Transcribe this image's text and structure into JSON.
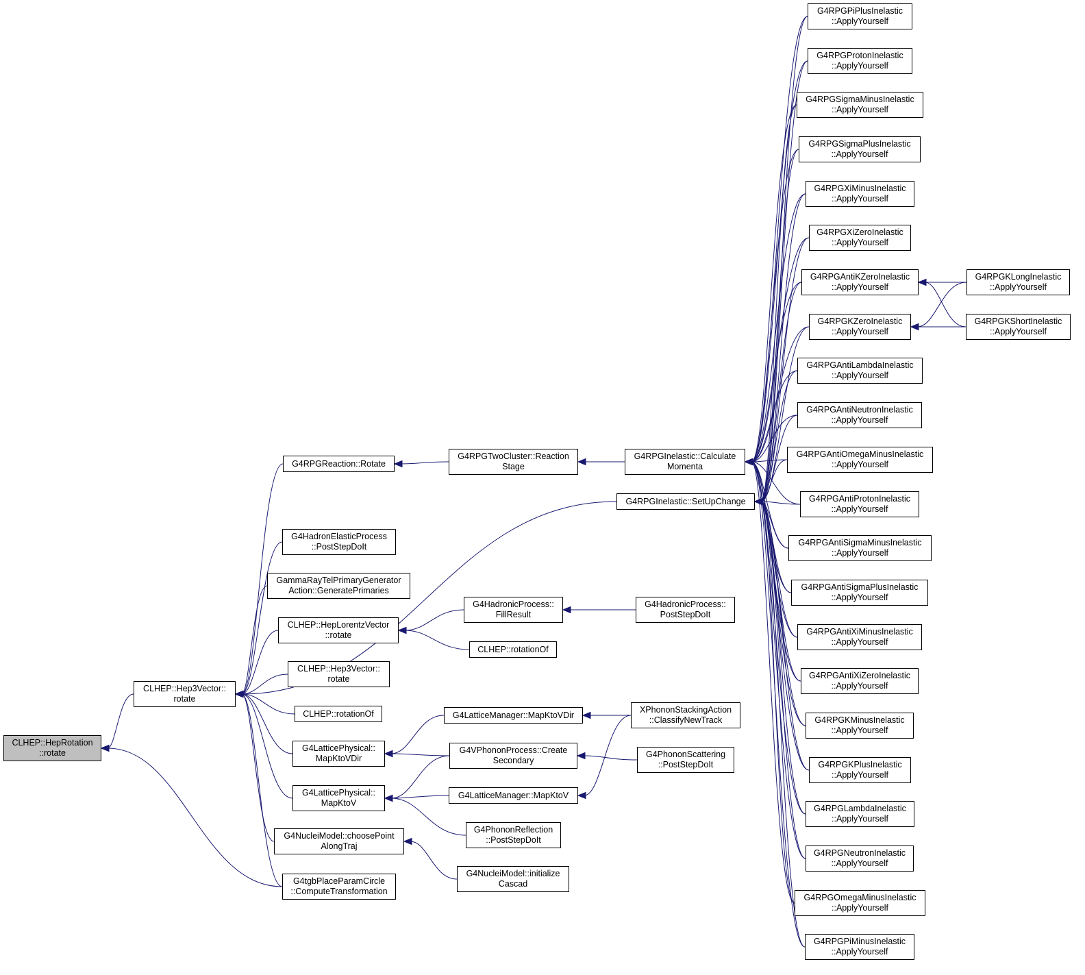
{
  "colors": {
    "edge": "#191970",
    "root_fill": "#bfbfbf",
    "node_fill": "#ffffff",
    "border": "#000000"
  },
  "root": {
    "id": "root",
    "text": "CLHEP::HepRotation\n::rotate"
  },
  "nodes": [
    {
      "id": "h3v",
      "text": "CLHEP::Hep3Vector::\nrotate"
    },
    {
      "id": "reactRot",
      "text": "G4RPGReaction::Rotate"
    },
    {
      "id": "twoCl",
      "text": "G4RPGTwoCluster::Reaction\nStage"
    },
    {
      "id": "calcMom",
      "text": "G4RPGInelastic::Calculate\nMomenta"
    },
    {
      "id": "setUp",
      "text": "G4RPGInelastic::SetUpChange"
    },
    {
      "id": "hadEl",
      "text": "G4HadronElasticProcess\n::PostStepDoIt"
    },
    {
      "id": "gamma",
      "text": "GammaRayTelPrimaryGenerator\nAction::GeneratePrimaries"
    },
    {
      "id": "lorRot",
      "text": "CLHEP::HepLorentzVector\n::rotate"
    },
    {
      "id": "fillRes",
      "text": "G4HadronicProcess::\nFillResult"
    },
    {
      "id": "hadPost",
      "text": "G4HadronicProcess::\nPostStepDoIt"
    },
    {
      "id": "rotOf2",
      "text": "CLHEP::rotationOf"
    },
    {
      "id": "h3vRot2",
      "text": "CLHEP::Hep3Vector::\nrotate"
    },
    {
      "id": "rotOf1",
      "text": "CLHEP::rotationOf"
    },
    {
      "id": "latVDir",
      "text": "G4LatticePhysical::\nMapKtoVDir"
    },
    {
      "id": "latV",
      "text": "G4LatticePhysical::\nMapKtoV"
    },
    {
      "id": "mgrVDir",
      "text": "G4LatticeManager::MapKtoVDir"
    },
    {
      "id": "phonCreate",
      "text": "G4VPhononProcess::Create\nSecondary"
    },
    {
      "id": "mgrV",
      "text": "G4LatticeManager::MapKtoV"
    },
    {
      "id": "phonRefl",
      "text": "G4PhononReflection\n::PostStepDoIt"
    },
    {
      "id": "xphon",
      "text": "XPhononStackingAction\n::ClassifyNewTrack"
    },
    {
      "id": "phonScat",
      "text": "G4PhononScattering\n::PostStepDoIt"
    },
    {
      "id": "nucChoose",
      "text": "G4NucleiModel::choosePoint\nAlongTraj"
    },
    {
      "id": "nucInit",
      "text": "G4NucleiModel::initialize\nCascad"
    },
    {
      "id": "tgb",
      "text": "G4tgbPlaceParamCircle\n::ComputeTransformation"
    },
    {
      "id": "piPlus",
      "text": "G4RPGPiPlusInelastic\n::ApplyYourself"
    },
    {
      "id": "proton",
      "text": "G4RPGProtonInelastic\n::ApplyYourself"
    },
    {
      "id": "sigMinus",
      "text": "G4RPGSigmaMinusInelastic\n::ApplyYourself"
    },
    {
      "id": "sigPlus",
      "text": "G4RPGSigmaPlusInelastic\n::ApplyYourself"
    },
    {
      "id": "xiMinus",
      "text": "G4RPGXiMinusInelastic\n::ApplyYourself"
    },
    {
      "id": "xiZero",
      "text": "G4RPGXiZeroInelastic\n::ApplyYourself"
    },
    {
      "id": "antiKZero",
      "text": "G4RPGAntiKZeroInelastic\n::ApplyYourself"
    },
    {
      "id": "kZero",
      "text": "G4RPGKZeroInelastic\n::ApplyYourself"
    },
    {
      "id": "antiLambda",
      "text": "G4RPGAntiLambdaInelastic\n::ApplyYourself"
    },
    {
      "id": "antiNeutron",
      "text": "G4RPGAntiNeutronInelastic\n::ApplyYourself"
    },
    {
      "id": "antiOmega",
      "text": "G4RPGAntiOmegaMinusInelastic\n::ApplyYourself"
    },
    {
      "id": "antiProton",
      "text": "G4RPGAntiProtonInelastic\n::ApplyYourself"
    },
    {
      "id": "antiSigMinus",
      "text": "G4RPGAntiSigmaMinusInelastic\n::ApplyYourself"
    },
    {
      "id": "antiSigPlus",
      "text": "G4RPGAntiSigmaPlusInelastic\n::ApplyYourself"
    },
    {
      "id": "antiXiMinus",
      "text": "G4RPGAntiXiMinusInelastic\n::ApplyYourself"
    },
    {
      "id": "antiXiZero",
      "text": "G4RPGAntiXiZeroInelastic\n::ApplyYourself"
    },
    {
      "id": "kMinus",
      "text": "G4RPGKMinusInelastic\n::ApplyYourself"
    },
    {
      "id": "kPlus",
      "text": "G4RPGKPlusInelastic\n::ApplyYourself"
    },
    {
      "id": "lambda",
      "text": "G4RPGLambdaInelastic\n::ApplyYourself"
    },
    {
      "id": "neutron",
      "text": "G4RPGNeutronInelastic\n::ApplyYourself"
    },
    {
      "id": "omegaMinus",
      "text": "G4RPGOmegaMinusInelastic\n::ApplyYourself"
    },
    {
      "id": "piMinus",
      "text": "G4RPGPiMinusInelastic\n::ApplyYourself"
    },
    {
      "id": "kLong",
      "text": "G4RPGKLongInelastic\n::ApplyYourself"
    },
    {
      "id": "kShort",
      "text": "G4RPGKShortInelastic\n::ApplyYourself"
    }
  ],
  "edges": [
    [
      "h3v",
      "root"
    ],
    [
      "tgb",
      "root"
    ],
    [
      "reactRot",
      "h3v"
    ],
    [
      "setUp",
      "h3v"
    ],
    [
      "hadEl",
      "h3v"
    ],
    [
      "gamma",
      "h3v"
    ],
    [
      "lorRot",
      "h3v"
    ],
    [
      "h3vRot2",
      "h3v"
    ],
    [
      "rotOf1",
      "h3v"
    ],
    [
      "latVDir",
      "h3v"
    ],
    [
      "latV",
      "h3v"
    ],
    [
      "nucChoose",
      "h3v"
    ],
    [
      "tgb",
      "h3v"
    ],
    [
      "twoCl",
      "reactRot"
    ],
    [
      "calcMom",
      "twoCl"
    ],
    [
      "fillRes",
      "lorRot"
    ],
    [
      "rotOf2",
      "lorRot"
    ],
    [
      "hadPost",
      "fillRes"
    ],
    [
      "mgrVDir",
      "latVDir"
    ],
    [
      "phonCreate",
      "latVDir"
    ],
    [
      "phonCreate",
      "latV"
    ],
    [
      "mgrV",
      "latV"
    ],
    [
      "phonRefl",
      "latV"
    ],
    [
      "xphon",
      "mgrVDir"
    ],
    [
      "phonScat",
      "phonCreate"
    ],
    [
      "xphon",
      "mgrV"
    ],
    [
      "nucInit",
      "nucChoose"
    ],
    [
      "piPlus",
      "calcMom"
    ],
    [
      "proton",
      "calcMom"
    ],
    [
      "sigMinus",
      "calcMom"
    ],
    [
      "sigPlus",
      "calcMom"
    ],
    [
      "xiMinus",
      "calcMom"
    ],
    [
      "xiZero",
      "calcMom"
    ],
    [
      "antiKZero",
      "calcMom"
    ],
    [
      "kZero",
      "calcMom"
    ],
    [
      "antiLambda",
      "calcMom"
    ],
    [
      "antiNeutron",
      "calcMom"
    ],
    [
      "antiOmega",
      "calcMom"
    ],
    [
      "antiProton",
      "calcMom"
    ],
    [
      "antiSigMinus",
      "calcMom"
    ],
    [
      "antiSigPlus",
      "calcMom"
    ],
    [
      "antiXiMinus",
      "calcMom"
    ],
    [
      "antiXiZero",
      "calcMom"
    ],
    [
      "kMinus",
      "calcMom"
    ],
    [
      "kPlus",
      "calcMom"
    ],
    [
      "lambda",
      "calcMom"
    ],
    [
      "neutron",
      "calcMom"
    ],
    [
      "omegaMinus",
      "calcMom"
    ],
    [
      "piMinus",
      "calcMom"
    ],
    [
      "piPlus",
      "setUp"
    ],
    [
      "proton",
      "setUp"
    ],
    [
      "sigMinus",
      "setUp"
    ],
    [
      "sigPlus",
      "setUp"
    ],
    [
      "xiMinus",
      "setUp"
    ],
    [
      "xiZero",
      "setUp"
    ],
    [
      "antiKZero",
      "setUp"
    ],
    [
      "kZero",
      "setUp"
    ],
    [
      "antiLambda",
      "setUp"
    ],
    [
      "antiNeutron",
      "setUp"
    ],
    [
      "antiOmega",
      "setUp"
    ],
    [
      "antiProton",
      "setUp"
    ],
    [
      "antiSigMinus",
      "setUp"
    ],
    [
      "antiSigPlus",
      "setUp"
    ],
    [
      "antiXiMinus",
      "setUp"
    ],
    [
      "antiXiZero",
      "setUp"
    ],
    [
      "kMinus",
      "setUp"
    ],
    [
      "kPlus",
      "setUp"
    ],
    [
      "lambda",
      "setUp"
    ],
    [
      "neutron",
      "setUp"
    ],
    [
      "omegaMinus",
      "setUp"
    ],
    [
      "piMinus",
      "setUp"
    ],
    [
      "kLong",
      "antiKZero"
    ],
    [
      "kShort",
      "antiKZero"
    ],
    [
      "kLong",
      "kZero"
    ],
    [
      "kShort",
      "kZero"
    ]
  ]
}
